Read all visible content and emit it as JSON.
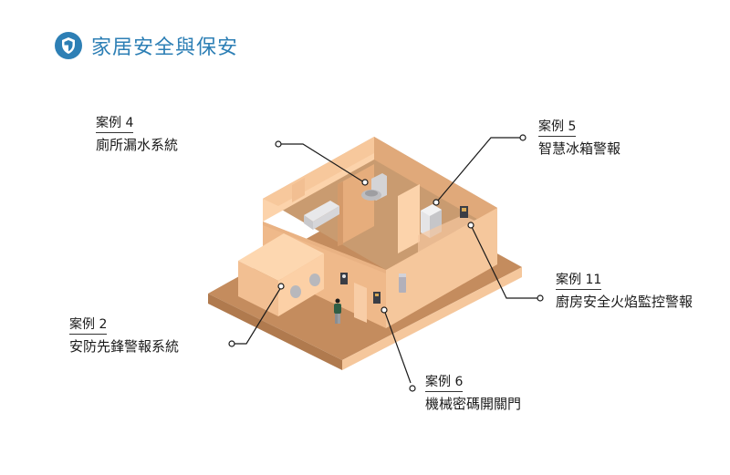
{
  "header": {
    "icon": "shield-icon",
    "title": "家居安全與保安",
    "accent_color": "#2d7fb5"
  },
  "callouts": [
    {
      "id": "case4",
      "case_label": "案例 4",
      "description": "廁所漏水系統",
      "target": "toilet"
    },
    {
      "id": "case5",
      "case_label": "案例 5",
      "description": "智慧冰箱警報",
      "target": "refrigerator"
    },
    {
      "id": "case11",
      "case_label": "案例 11",
      "description": "廚房安全火焰監控警報",
      "target": "stove"
    },
    {
      "id": "case2",
      "case_label": "案例 2",
      "description": "安防先鋒警報系統",
      "target": "security-siren"
    },
    {
      "id": "case6",
      "case_label": "案例 6",
      "description": "機械密碼開關門",
      "target": "door-keypad"
    }
  ],
  "illustration": {
    "subject": "isometric-house",
    "colors": {
      "wall_light": "#fcd3ab",
      "wall_mid": "#f2bf92",
      "wall_dark": "#e0a97a",
      "floor": "#c08a5c",
      "platform_top": "#c48c5e",
      "platform_side": "#f5c79c",
      "appliance": "#d9d9dc",
      "leader_line": "#1a1a1a"
    }
  }
}
